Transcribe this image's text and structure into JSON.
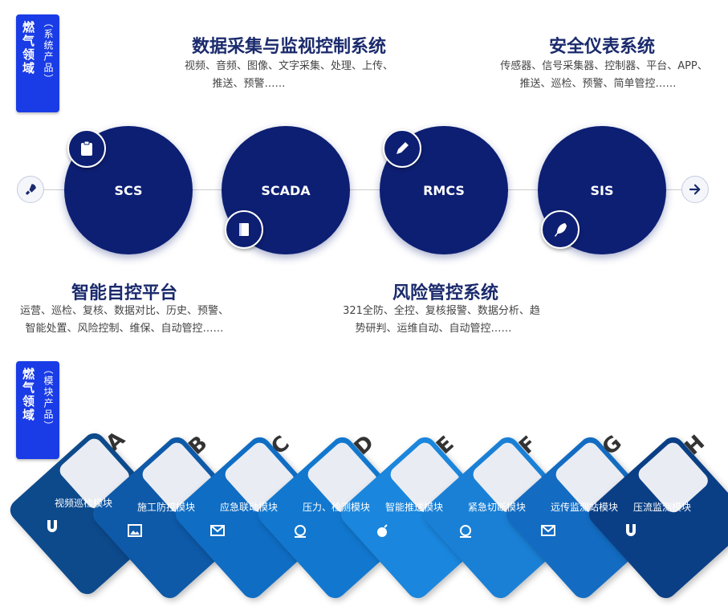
{
  "section1_tag": {
    "main": "燃气领域",
    "sub": "（系统产品）"
  },
  "section2_tag": {
    "main": "燃气领域",
    "sub": "（模块产品）"
  },
  "systems": {
    "top_left": {
      "title": "数据采集与监视控制系统",
      "line1": "视频、音频、图像、文字采集、处理、上传、",
      "line2": "推送、预警……"
    },
    "top_right": {
      "title": "安全仪表系统",
      "line1": "传感器、信号采集器、控制器、平台、APP、",
      "line2": "推送、巡检、预警、简单管控……"
    },
    "bottom_left": {
      "title": "智能自控平台",
      "line1": "运营、巡检、复核、数据对比、历史、预警、",
      "line2": "智能处置、风险控制、维保、自动管控……"
    },
    "bottom_right": {
      "title": "风险管控系统",
      "line1": "321全防、全控、复核报警、数据分析、趋",
      "line2": "势研判、运维自动、自动管控……"
    }
  },
  "circles": [
    {
      "label": "SCS",
      "icon": "clipboard-icon"
    },
    {
      "label": "SCADA",
      "icon": "book-icon"
    },
    {
      "label": "RMCS",
      "icon": "pencil-icon"
    },
    {
      "label": "SIS",
      "icon": "feather-icon"
    }
  ],
  "start_icon": "rocket-icon",
  "end_icon": "arrow-right-icon",
  "modules": [
    {
      "letter": "A",
      "label": "视频巡检模块",
      "color": "#0d4a8c",
      "icon": "magnet-icon"
    },
    {
      "letter": "B",
      "label": "施工防控模块",
      "color": "#0e59a8",
      "icon": "image-icon"
    },
    {
      "letter": "C",
      "label": "应急联动模块",
      "color": "#0f6dc4",
      "icon": "mail-icon"
    },
    {
      "letter": "D",
      "label": "压力、检测模块",
      "color": "#1278cf",
      "icon": "bell-icon"
    },
    {
      "letter": "E",
      "label": "智能推送模块",
      "color": "#1a86dd",
      "icon": "bomb-icon"
    },
    {
      "letter": "F",
      "label": "紧急切断模块",
      "color": "#1a80d6",
      "icon": "bell-icon"
    },
    {
      "letter": "G",
      "label": "远传监测站模块",
      "color": "#136cc2",
      "icon": "mail-icon"
    },
    {
      "letter": "H",
      "label": "压流监测模块",
      "color": "#0a3f86",
      "icon": "magnet-icon"
    }
  ]
}
